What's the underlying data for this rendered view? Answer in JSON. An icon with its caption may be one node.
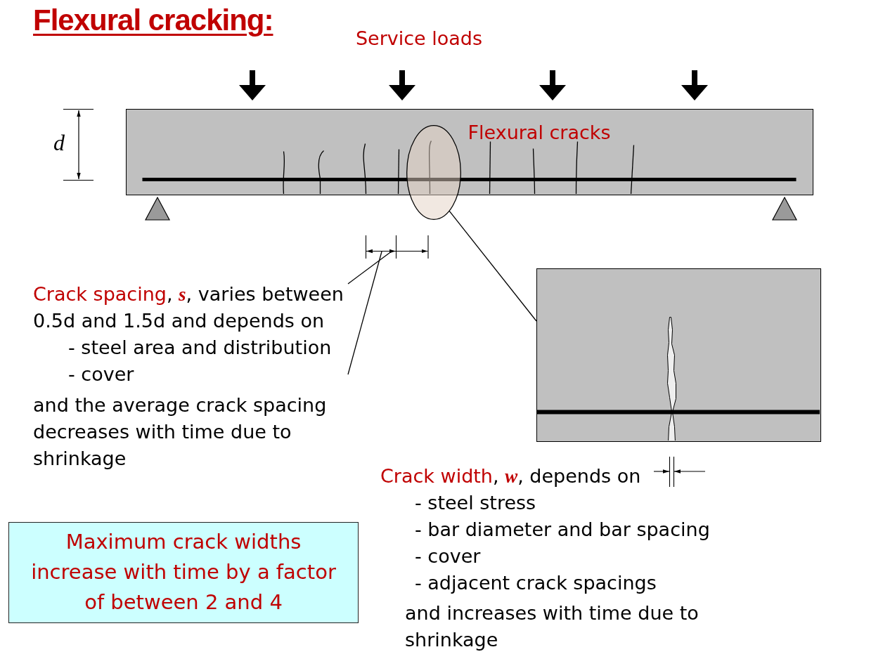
{
  "diagram": {
    "title": "Flexural cracking:",
    "nodes": [
      {
        "text": [
          "Flexural cracks"
        ]
      },
      {
        "text": [],
        "shape": "ellipse"
      },
      {
        "text": [],
        "shape": "box"
      },
      {
        "text": [
          "Crack spacing, **s**, varies between 0.5d and 1.5d and depends on",
          "- steel area and distribution",
          "- cover",
          "and the average crack spacing decreases with time due to shrinkage"
        ]
      },
      {
        "text": [
          "Maximum crack widths increase with time by a factor of between 2 and 4"
        ]
      }
    ],
    "edges": [
      {
        "from": 1,
        "to": 2,
        "arrow": "none"
      },
      {
        "from": 3,
        "to": null,
        "arrow": "none"
      },
      {
        "from": 3,
        "to": null,
        "arrow": "none"
      }
    ],
    "labels": [
      "Service loads",
      "d",
      "Crack width, **w**, depends on",
      "- steel stress",
      "- bar diameter and bar spacing",
      "- cover",
      "- adjacent crack spacings",
      "and increases with time due to shrinkage"
    ]
  }
}
